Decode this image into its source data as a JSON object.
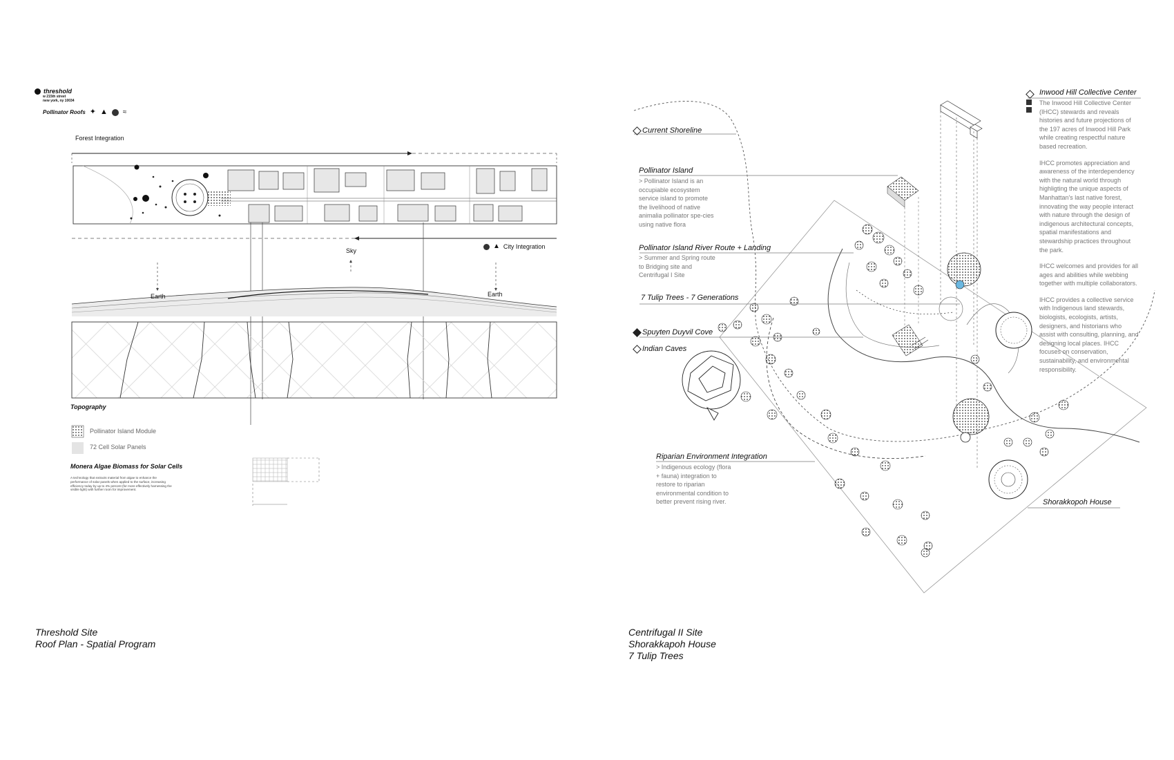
{
  "left_panel": {
    "header": {
      "title": "threshold",
      "address_line1": "w 215th street",
      "address_line2": "new york, ny 10034",
      "subtitle": "Pollinator Roofs",
      "forest_label": "Forest Integration",
      "city_label": "City Integration"
    },
    "section_labels": {
      "sky": "Sky",
      "earth_left": "Earth",
      "earth_right": "Earth",
      "topography": "Topography"
    },
    "legend": [
      {
        "label": "Pollinator Island Module"
      },
      {
        "label": "72 Cell Solar Panels"
      }
    ],
    "monera": {
      "title": "Monera Algae Biomass for Solar Cells",
      "body": "A technology that extracts material from algae to enhance the performance of solar panels when applied to the surface, increasing efficiency today by up to 4% percent (for more effectively harnessing the visible light) with further room for improvement."
    },
    "footer": {
      "line1": "Threshold Site",
      "line2": "Roof Plan - Spatial Program"
    }
  },
  "right_panel": {
    "annotations": {
      "current_shoreline": "Current Shoreline",
      "pollinator_island": {
        "title": "Pollinator Island",
        "body": "> Pollinator Island is an occupiable ecosystem service island to promote the livelihood of native animalia pollinator spe-cies using native flora"
      },
      "river_route": {
        "title": "Pollinator Island River Route + Landing",
        "body": "> Summer and Spring route to Bridging site and Centrifugal I Site"
      },
      "tulip_trees": "7 Tulip Trees - 7 Generations",
      "spuyten": "Spuyten Duyvil Cove",
      "indian_caves": "Indian Caves",
      "riparian": {
        "title": "Riparian Environment Integration",
        "body": "> Indigenous ecology (flora + fauna) integration to restore to riparian environmental condition to better prevent rising river."
      },
      "shorakkopoh": "Shorakkopoh House"
    },
    "ihcc": {
      "title": "Inwood Hill Collective Center",
      "p1": "The Inwood Hill Collective Center (IHCC) stewards and reveals histories and future projections of the 197 acres of Inwood Hill Park while creating respectful nature based recreation.",
      "p2": "IHCC promotes appreciation and awareness of the interdependency with the natural world through highligting the unique aspects of Manhattan's last native forest, innovating the way people interact with nature through the design of indigenous architectural concepts, spatial manifestations and stewardship practices throughout the park.",
      "p3": "IHCC welcomes and provides for all ages and abilities while webbing together with multiple collaborators.",
      "p4": "IHCC provides a collective service with Indigenous land stewards, biologists, ecologists, artists, designers, and historians who assist with consulting, planning, and designing local places. IHCC focuses on conservation, sustainability, and environmental responsibility."
    },
    "footer": {
      "line1": "Centrifugal II Site",
      "line2": "Shorakkapoh House",
      "line3": "7 Tulip Trees"
    }
  },
  "colors": {
    "ink": "#111111",
    "annotation_text": "#777777",
    "line": "#555555",
    "light_fill": "#e4e4e4"
  },
  "icons": [
    "threshold-logo-icon",
    "butterfly-icon",
    "person-icon",
    "tree-icon",
    "leaf-icon"
  ]
}
